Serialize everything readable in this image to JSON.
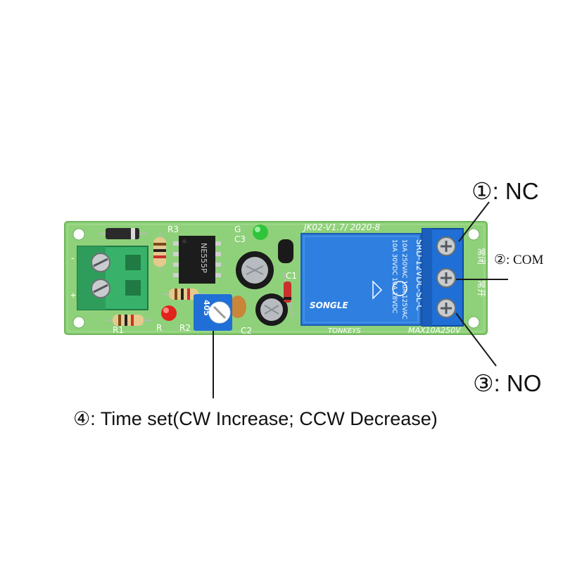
{
  "callouts": {
    "nc": "①: NC",
    "com": "②: COM",
    "no": "③: NO",
    "time_set": "④: Time set(CW Increase; CCW Decrease)"
  },
  "board": {
    "version_text": "JK02-V1.7/ 2020-8",
    "brand_text": "TONKEYS",
    "rating_text": "MAX10A250V",
    "chip_text": "NE555P",
    "pot_text": "405",
    "input_minus": "-",
    "input_plus": "+",
    "labels": {
      "r1": "R1",
      "r2": "R2",
      "r3": "R3",
      "r": "R",
      "g": "G",
      "c1": "C1",
      "c2": "C2",
      "c3": "C3",
      "cn_nc": "常闭",
      "cn_no": "常开"
    }
  },
  "relay": {
    "model": "SRD-12VDC-SL-C",
    "spec_lines": [
      "10A 250VAC  10A 125VAC",
      "10A 30VDC  10A 28VDC"
    ],
    "brand": "SONGLE"
  },
  "colors": {
    "pcb": "#8fd17a",
    "terminal_green": "#38b26a",
    "terminal_blue": "#1f6fd6",
    "relay_blue": "#2f7fe0",
    "led_green": "#2fc43a",
    "led_red": "#e0241b"
  }
}
